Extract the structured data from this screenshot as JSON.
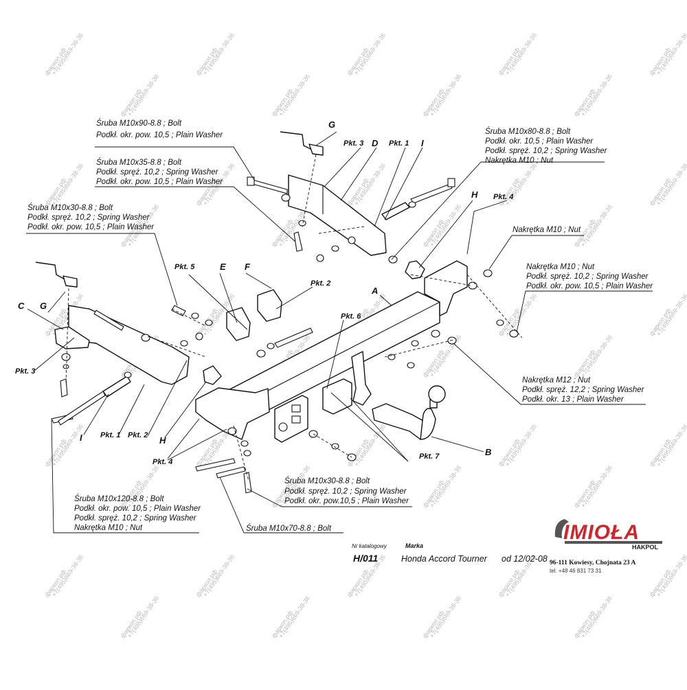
{
  "callouts": {
    "bolt_m10x90": [
      "Śruba M10x90-8.8 ;  Bolt",
      "Podkł. okr. pow. 10,5 ; Plain Washer"
    ],
    "bolt_m10x35": [
      "Śruba M10x35-8.8 ;  Bolt",
      "Podkł. spręż. 10,2 ; Spring Washer",
      "Podkł. okr. pow. 10,5 ; Plain Washer"
    ],
    "bolt_m10x30_left": [
      "Śruba M10x30-8.8 ;  Bolt",
      "Podkł. spręż. 10,2 ; Spring Washer",
      "Podkł. okr. pow. 10,5 ; Plain Washer"
    ],
    "bolt_m10x80": [
      "Śruba M10x80-8.8 ;  Bolt",
      "Podkł. okr. 10,5 ; Plain Washer",
      "Podkł. spręż. 10,2 ; Spring Washer",
      "Nakrętka  M10 ; Nut"
    ],
    "nut_m10_single": [
      "Nakrętka  M10 ; Nut"
    ],
    "nut_m10_spring": [
      "Nakrętka  M10 ; Nut",
      "Podkł. spręż. 10,2 ; Spring Washer",
      "Podkł. okr. pow. 10,5 ; Plain Washer"
    ],
    "nut_m12": [
      "Nakrętka  M12 ; Nut",
      "Podkł. spręż. 12,2 ; Spring Washer",
      "Podkł. okr. 13 ; Plain Washer"
    ],
    "bolt_m10x30_bottom": [
      "Śruba M10x30-8.8 ;  Bolt",
      "Podkł. spręż. 10,2 ; Spring Washer",
      "Podkł. okr. pow.10,5 ; Plain Washer"
    ],
    "bolt_m10x120": [
      "Śruba M10x120-8.8 ;  Bolt",
      "Podkł. okr. pow. 10,5 ; Plain Washer",
      "Podkł. spręż. 10,2 ; Spring Washer",
      "Nakrętka  M10 ; Nut"
    ],
    "bolt_m10x70": [
      "Śruba M10x70-8.8 ;  Bolt"
    ]
  },
  "points": {
    "pkt1_top": "Pkt. 1",
    "pkt3_top": "Pkt. 3",
    "pkt4_top": "Pkt. 4",
    "pkt5": "Pkt. 5",
    "pkt2_mid": "Pkt. 2",
    "pkt6": "Pkt. 6",
    "pkt3_left": "Pkt. 3",
    "pkt1_bottom": "Pkt. 1",
    "pkt2_bottom": "Pkt. 2",
    "pkt4_bottom": "Pkt. 4",
    "pkt7": "Pkt. 7"
  },
  "letters": {
    "G_top": "G",
    "D": "D",
    "I_top": "I",
    "H_top": "H",
    "E": "E",
    "F": "F",
    "C": "C",
    "G_left": "G",
    "A": "A",
    "I_bottom": "I",
    "H_bottom": "H",
    "B": "B"
  },
  "footer": {
    "catalog_caption": "Nr katalogowy",
    "catalog_number": "H/011",
    "make_caption": "Marka",
    "model": "Honda Accord Tourner",
    "date": "od 12/02-08"
  },
  "brand": {
    "logo": "IMIOŁA",
    "sub": "HAKPOL",
    "address": "96-111 Kowiesy, Chojnata 23 A",
    "phone": "tel. +48 46 831 73 31",
    "logo_color": "#d0252a"
  },
  "watermarks": {
    "site": "фаркоп.рф",
    "phone": "+7(495)669-38-36"
  }
}
